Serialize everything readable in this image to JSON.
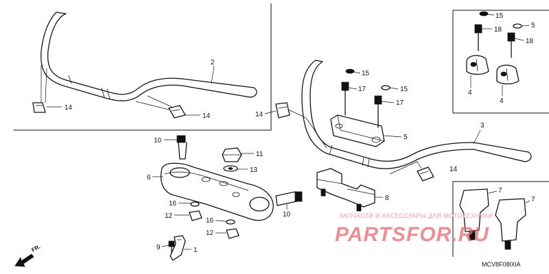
{
  "diagram": {
    "part_numbers": {
      "n1": "1",
      "n2": "2",
      "n3": "3",
      "n4a": "4",
      "n4b": "4",
      "n5": "5",
      "n5b": "5",
      "n6": "6",
      "n7a": "7",
      "n7b": "7",
      "n8": "8",
      "n9": "9",
      "n10a": "10",
      "n10b": "10",
      "n11": "11",
      "n12a": "12",
      "n12b": "12",
      "n13": "13",
      "n14a": "14",
      "n14b": "14",
      "n14c": "14",
      "n14d": "14",
      "n15a": "15",
      "n15b": "15",
      "n15c": "15",
      "n16a": "16",
      "n16b": "16",
      "n17a": "17",
      "n17b": "17",
      "n18a": "18",
      "n18b": "18"
    },
    "direction_label": "FR.",
    "diagram_code": "MCV8F0800A"
  },
  "watermark": {
    "tagline": "ЗАПЧАСТИ И АКСЕССУАРЫ ДЛЯ МОТОТЕХНИКИ",
    "brand": "PARTSFOR.RU"
  }
}
